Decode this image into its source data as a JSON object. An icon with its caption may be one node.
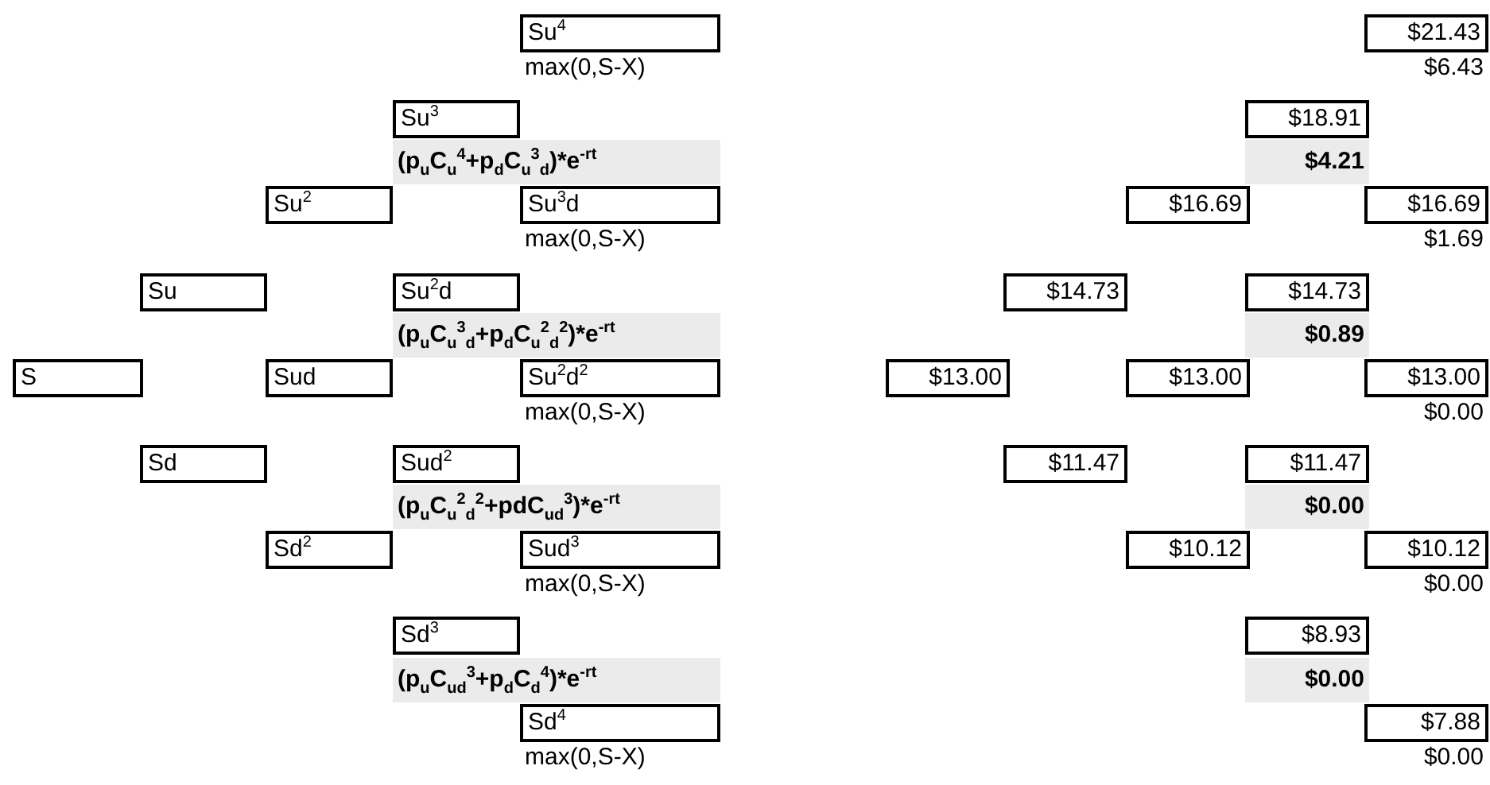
{
  "diagram": {
    "nodes": [
      {
        "text": [
          "Su$^{4}$"
        ],
        "beside": [
          "max(0,S-X)"
        ]
      },
      {
        "text": [
          "$21.43"
        ],
        "beside": [
          "$6.43"
        ]
      },
      {
        "text": [
          "Su$^{3}$"
        ]
      },
      {
        "text": [
          "$18.91"
        ]
      },
      {
        "text": [
          "(p$_{u}$C$_{u}$$^{4}$+p$_{d}$C$_{u}$$^{3}$$_{d}$)*e$^{-rt}$"
        ]
      },
      {
        "text": [
          "$4.21"
        ]
      },
      {
        "text": [
          "Su$^{2}$"
        ]
      },
      {
        "text": [
          "Su$^{3}$d"
        ],
        "beside": [
          "max(0,S-X)"
        ]
      },
      {
        "text": [
          "$16.69"
        ]
      },
      {
        "text": [
          "$16.69"
        ],
        "beside": [
          "$1.69"
        ]
      },
      {
        "text": [
          "Su"
        ]
      },
      {
        "text": [
          "Su$^{2}$d"
        ]
      },
      {
        "text": [
          "$14.73"
        ]
      },
      {
        "text": [
          "$14.73"
        ]
      },
      {
        "text": [
          "(p$_{u}$C$_{u}$$^{3}$$_{d}$+p$_{d}$C$_{u}$$^{2}$$_{d}$$^{2}$)*e$^{-rt}$"
        ]
      },
      {
        "text": [
          "$0.89"
        ]
      },
      {
        "text": [
          "S"
        ]
      },
      {
        "text": [
          "Sud"
        ]
      },
      {
        "text": [
          "Su$^{2}$d$^{2}$"
        ],
        "beside": [
          "max(0,S-X)"
        ]
      },
      {
        "text": [
          "$13.00"
        ]
      },
      {
        "text": [
          "$13.00"
        ]
      },
      {
        "text": [
          "$13.00"
        ],
        "beside": [
          "$0.00"
        ]
      },
      {
        "text": [
          "Sd"
        ]
      },
      {
        "text": [
          "Sud$^{2}$"
        ]
      },
      {
        "text": [
          "$11.47"
        ]
      },
      {
        "text": [
          "$11.47"
        ]
      },
      {
        "text": [
          "(p$_{u}$C$_{u}$$^{2}$$_{d}$$^{2}$+pdC$_{ud}$$^{3}$)*e$^{-rt}$"
        ]
      },
      {
        "text": [
          "$0.00"
        ]
      },
      {
        "text": [
          "Sd$^{2}$"
        ]
      },
      {
        "text": [
          "Sud$^{3}$"
        ],
        "beside": [
          "max(0,S-X)"
        ]
      },
      {
        "text": [
          "$10.12"
        ]
      },
      {
        "text": [
          "$10.12"
        ],
        "beside": [
          "$0.00"
        ]
      },
      {
        "text": [
          "Sd$^{3}$"
        ]
      },
      {
        "text": [
          "$8.93"
        ]
      },
      {
        "text": [
          "(p$_{u}$C$_{ud}$$^{3}$+p$_{d}$C$_{d}$$^{4}$)*e$^{-rt}$"
        ]
      },
      {
        "text": [
          "$0.00"
        ]
      },
      {
        "text": [
          "Sd$^{4}$"
        ],
        "beside": [
          "max(0,S-X)"
        ]
      },
      {
        "text": [
          "$7.88"
        ],
        "beside": [
          "$0.00"
        ]
      }
    ]
  }
}
